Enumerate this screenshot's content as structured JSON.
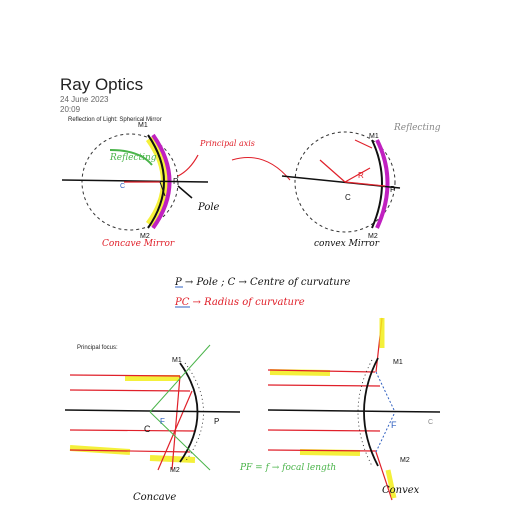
{
  "page": {
    "title": "Ray Optics",
    "date": "24 June 2023",
    "time": "20:09"
  },
  "section1": {
    "caption": "Reflection of Light: Spherical Mirror",
    "concave": {
      "label_M1": "M1",
      "label_M2": "M2",
      "label_C": "C",
      "label_P": "P",
      "reflecting_note": "Reflecting",
      "principal_axis_note": "Principal axis",
      "pole_note": "Pole",
      "name": "Concave Mirror"
    },
    "convex": {
      "label_M1": "M1",
      "label_M2": "M2",
      "label_C": "C",
      "label_P": "P",
      "label_R": "R",
      "reflecting_note": "Reflecting",
      "name": "convex Mirror"
    }
  },
  "definitions": {
    "line1": "P → Pole ; C → Centre of curvature",
    "line2": "PC → Radius of curvature"
  },
  "section2": {
    "caption": "Principal focus:",
    "concave": {
      "label_M1": "M1",
      "label_M2": "M2",
      "label_C": "C",
      "label_F": "F",
      "label_P": "P",
      "name": "Concave"
    },
    "convex": {
      "label_M1": "M1",
      "label_M2": "M2",
      "label_F": "F",
      "label_C": "C",
      "name": "Convex"
    },
    "focal_note": "PF = f → focal length"
  },
  "colors": {
    "red": "#e0202a",
    "magenta": "#c020c0",
    "yellow": "#f3ee1a",
    "green": "#4ab44a",
    "blue": "#3060c0",
    "ink": "#111111"
  }
}
